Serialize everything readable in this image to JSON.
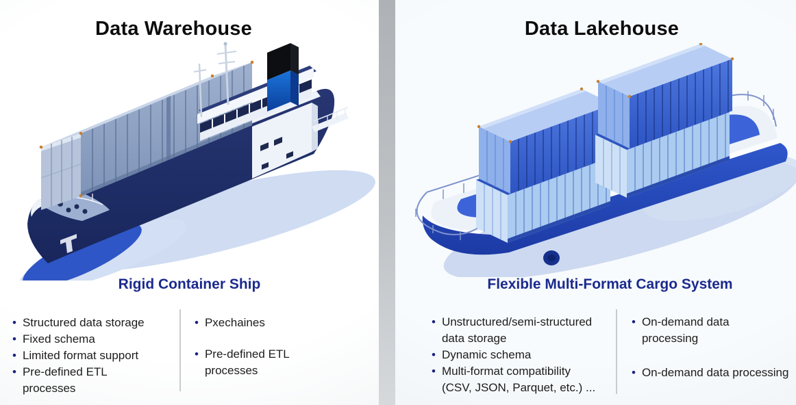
{
  "panels": {
    "warehouse": {
      "title": "Data Warehouse",
      "caption": "Rigid Container Ship",
      "illustration": "rigid-container-ship",
      "columns": [
        {
          "items": [
            "Structured data storage",
            "Fixed schema",
            "Limited format support",
            "Pre-defined ETL\nprocesses"
          ]
        },
        {
          "items": [
            "Pxechaines",
            "Pre-defined ETL\nprocesses"
          ]
        }
      ]
    },
    "lakehouse": {
      "title": "Data Lakehouse",
      "caption": "Flexible Multi-Format Cargo System",
      "illustration": "flexible-multi-format-cargo-barge",
      "columns": [
        {
          "items": [
            "Unstructured/semi-structured\ndata storage",
            "Dynamic schema",
            "Multi-format compatibility\n(CSV, JSON, Parquet, etc.) ..."
          ]
        },
        {
          "items": [
            "On-demand data\nprocessing",
            "On-demand data processing"
          ]
        }
      ]
    }
  },
  "colors": {
    "title_text": "#0d0d0d",
    "caption_text": "#1b2a8c",
    "bullet_dot": "#1a237e",
    "body_text": "#1c1c1c",
    "divider_bar": "#b3b6ba",
    "ship_hull_navy": "#20306b",
    "ship_container_gray_blue": "#93a6c6",
    "funnel_blue": "#1b74da",
    "barge_hull_blue": "#2f57cc",
    "container_dark_blue": "#3f6bd2",
    "container_light_blue": "#abcbf0",
    "shadow_blue": "#cfdcf2"
  }
}
